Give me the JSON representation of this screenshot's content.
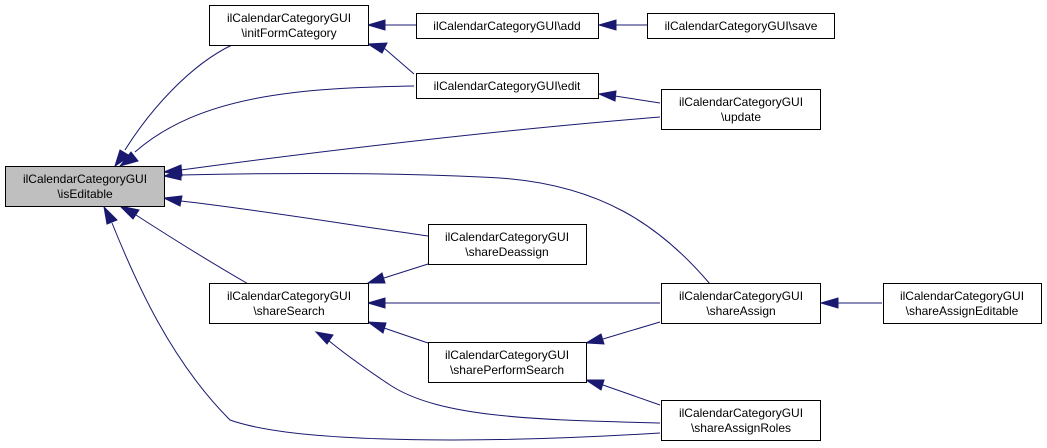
{
  "colors": {
    "node_fill": "#ffffff",
    "focus_fill": "#bfbfbf",
    "node_border": "#000000",
    "edge": "#191970"
  },
  "nodes": {
    "isEditable": {
      "line1": "ilCalendarCategoryGUI",
      "line2": "\\isEditable"
    },
    "initFormCategory": {
      "line1": "ilCalendarCategoryGUI",
      "line2": "\\initFormCategory"
    },
    "add": {
      "line1": "ilCalendarCategoryGUI\\add"
    },
    "save": {
      "line1": "ilCalendarCategoryGUI\\save"
    },
    "edit": {
      "line1": "ilCalendarCategoryGUI\\edit"
    },
    "update": {
      "line1": "ilCalendarCategoryGUI",
      "line2": "\\update"
    },
    "shareDeassign": {
      "line1": "ilCalendarCategoryGUI",
      "line2": "\\shareDeassign"
    },
    "shareSearch": {
      "line1": "ilCalendarCategoryGUI",
      "line2": "\\shareSearch"
    },
    "shareAssign": {
      "line1": "ilCalendarCategoryGUI",
      "line2": "\\shareAssign"
    },
    "shareAssignEditable": {
      "line1": "ilCalendarCategoryGUI",
      "line2": "\\shareAssignEditable"
    },
    "sharePerformSearch": {
      "line1": "ilCalendarCategoryGUI",
      "line2": "\\sharePerformSearch"
    },
    "shareAssignRoles": {
      "line1": "ilCalendarCategoryGUI",
      "line2": "\\shareAssignRoles"
    }
  }
}
